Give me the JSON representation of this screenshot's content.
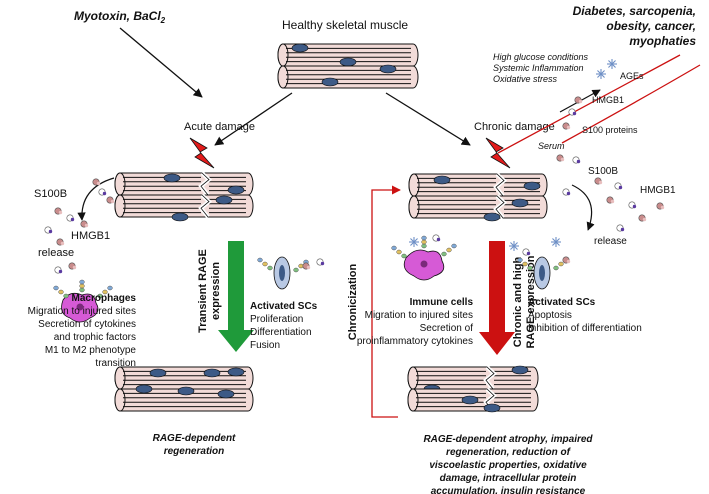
{
  "top": {
    "title": "Healthy skeletal muscle",
    "toxins": "Myotoxin, BaCl",
    "toxins_sub": "2",
    "diseases": [
      "Diabetes, sarcopenia,",
      "obesity, cancer,",
      "myophaties"
    ],
    "conditions": [
      "High glucose conditions",
      "Systemic Inflammation",
      "Oxidative stress"
    ],
    "ages": "AGEs",
    "hmgb1": "HMGB1",
    "s100": "S100 proteins",
    "serum": "Serum"
  },
  "left": {
    "acute": "Acute damage",
    "s100b": "S100B",
    "hmgb1": "HMGB1",
    "release": "release",
    "arrow_label": [
      "Transient RAGE",
      "expression"
    ],
    "macro_title": "Macrophages",
    "macro_lines": [
      "Migration to injured sites",
      "Secretion of cytokines",
      "and trophic factors",
      "M1 to M2 phenotype",
      "transition"
    ],
    "sc_title": "Activated SCs",
    "sc_lines": [
      "Proliferation",
      "Differentiation",
      "Fusion"
    ],
    "outcome": [
      "RAGE-dependent",
      "regeneration"
    ]
  },
  "right": {
    "chronic": "Chronic  damage",
    "s100b": "S100B",
    "hmgb1": "HMGB1",
    "release": "release",
    "chronicization": "Chronicization",
    "arrow_label": [
      "Chronic and high",
      "RAGE expression"
    ],
    "immune_title": "Immune cells",
    "immune_lines": [
      "Migration to injured sites",
      "Secretion of",
      "proinflammatory cytokines"
    ],
    "sc_title": "Activated SCs",
    "sc_lines": [
      "Apoptosis",
      "Inhibition of differentiation"
    ],
    "outcome": [
      "RAGE-dependent atrophy, impaired",
      "regeneration, reduction of",
      "viscoelastic properties, oxidative",
      "damage, intracellular protein",
      "accumulation, insulin resistance"
    ]
  },
  "colors": {
    "fiber": "#f2dbd8",
    "nucleus": "#3d5a86",
    "green_arrow": "#1f9a3a",
    "red_arrow": "#cc1111",
    "bolt": "#e21b1b",
    "macrophage": "#d65ad6",
    "sc_cell": "#b9c9e4",
    "ages": "#6f90c6"
  }
}
